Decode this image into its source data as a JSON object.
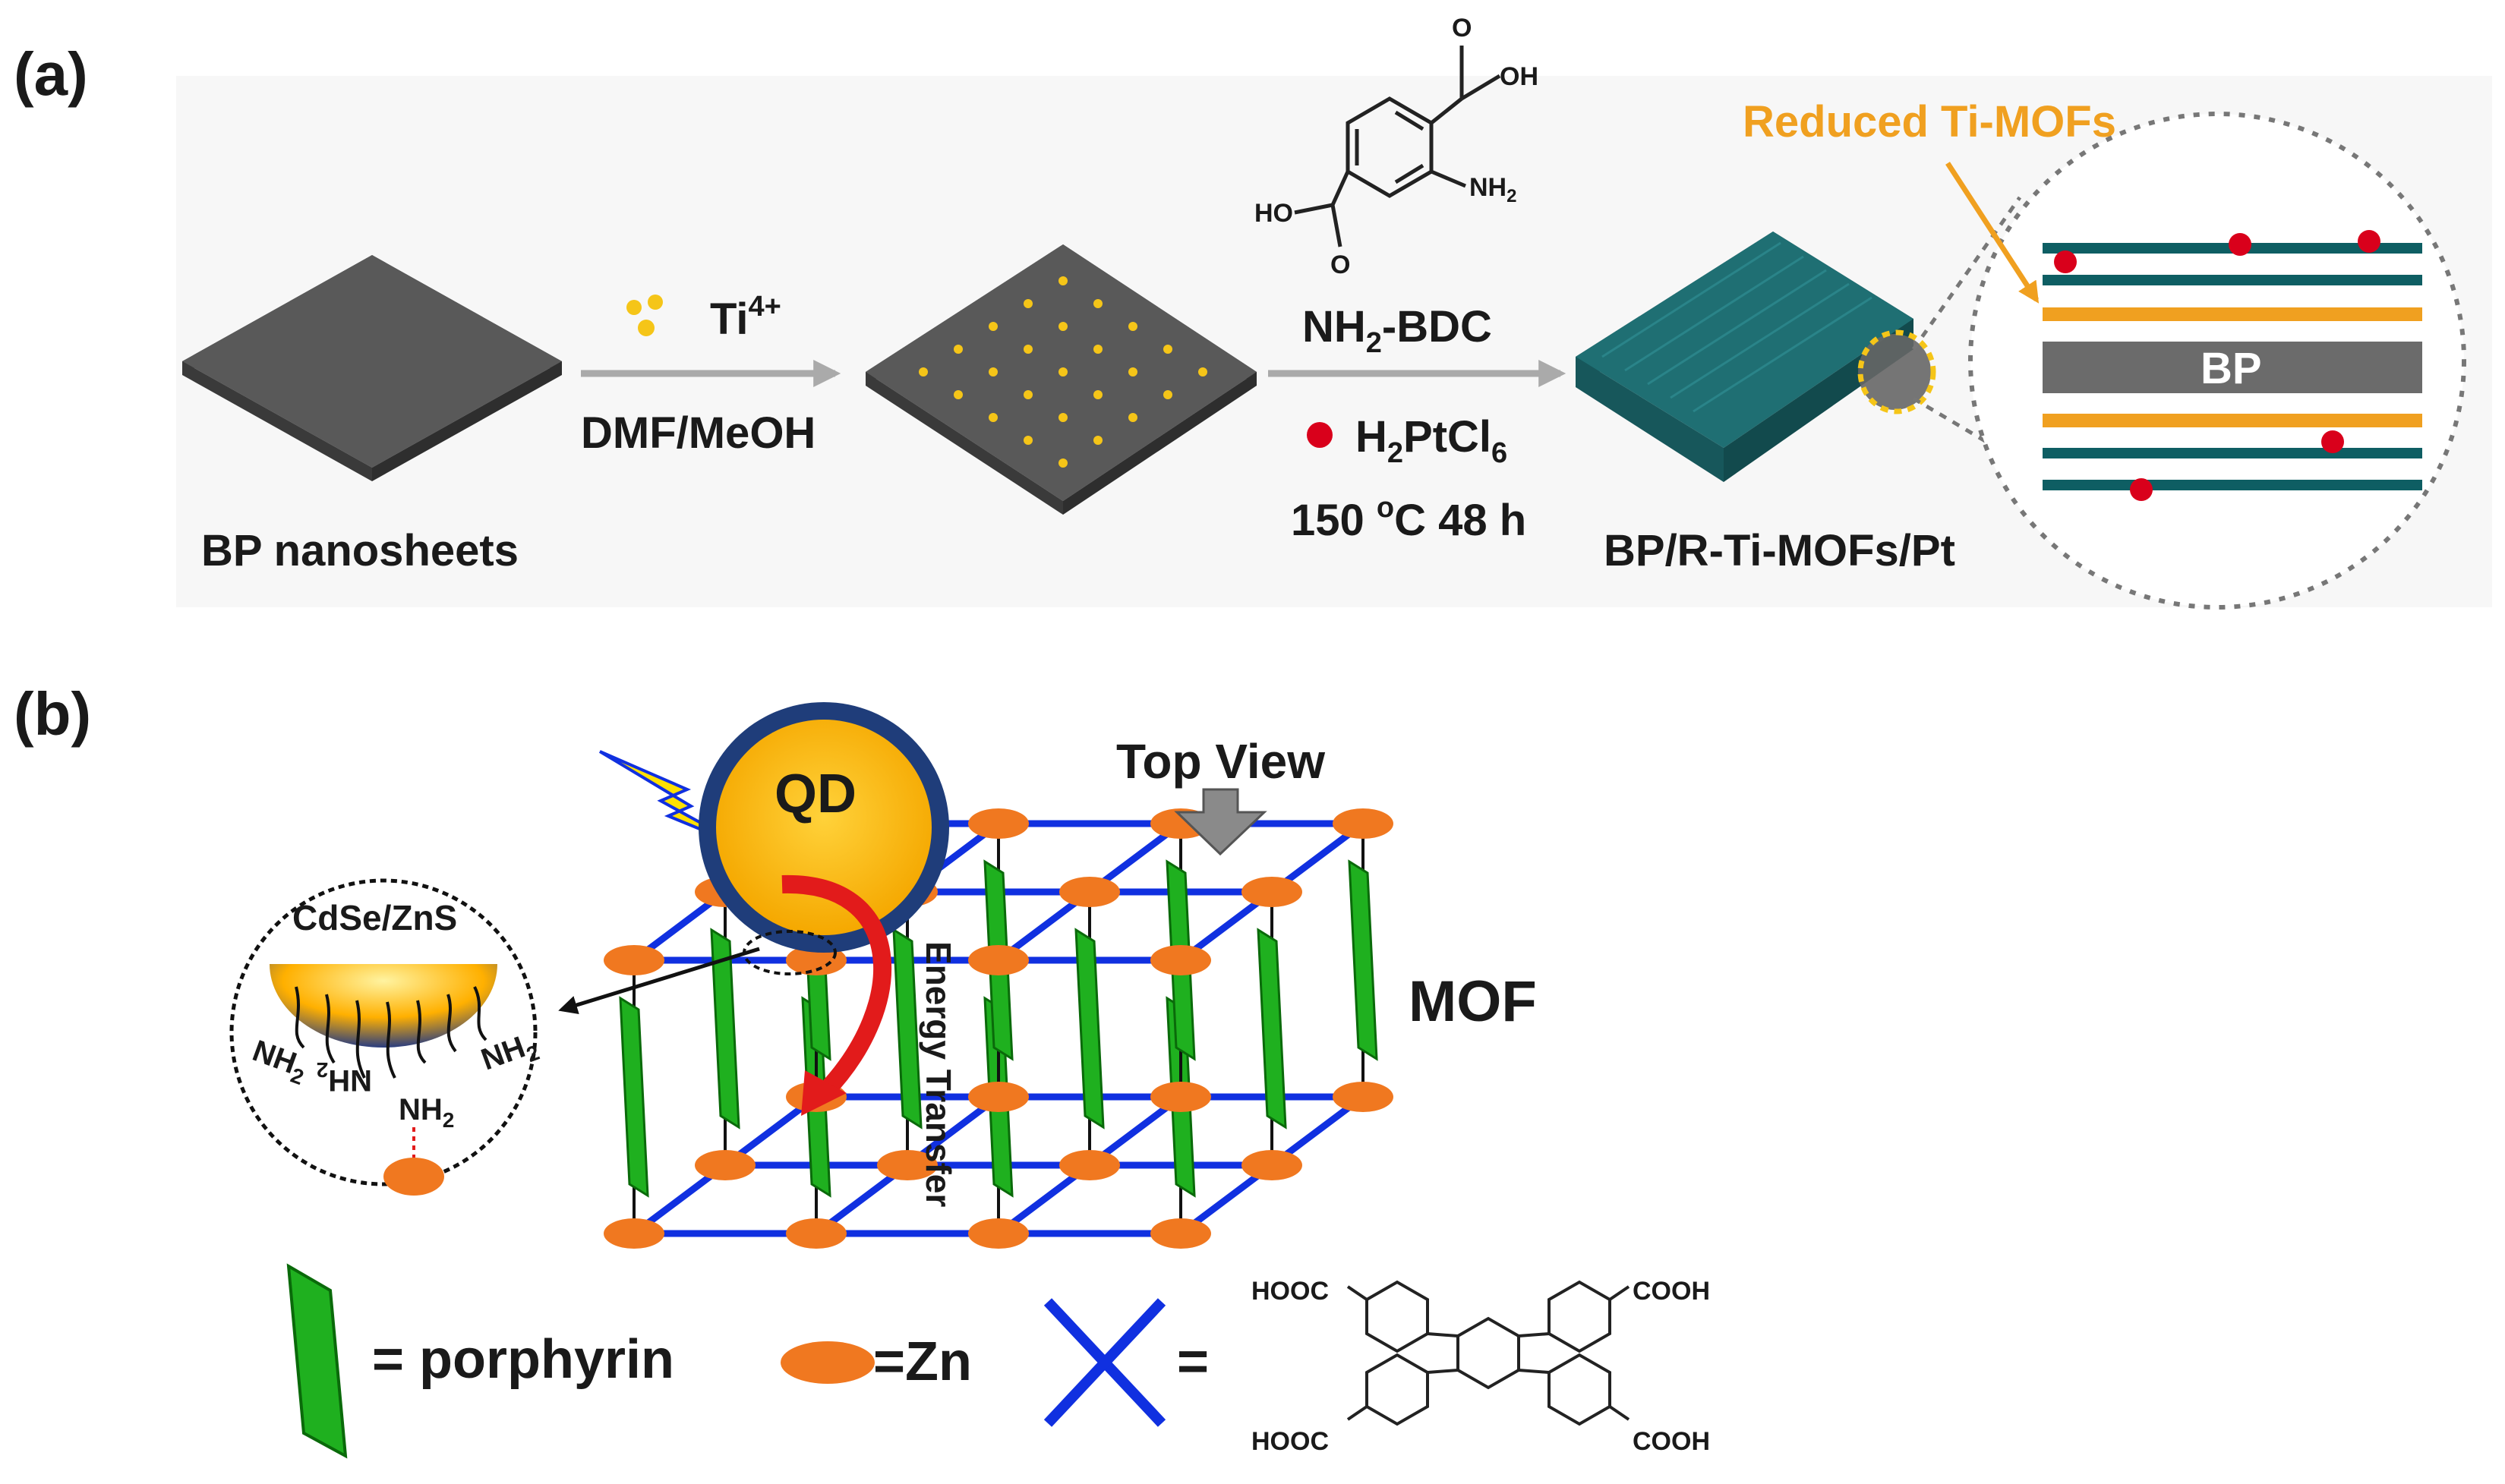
{
  "panel_a": {
    "label": "(a)",
    "bp_nanosheets": "BP nanosheets",
    "ti_ion": "Ti",
    "ti_charge": "4+",
    "solvent": "DMF/MeOH",
    "linker": "NH",
    "linker_sub": "2",
    "linker_suffix": "-BDC",
    "pt_precursor": "H",
    "pt_sub1": "2",
    "pt_mid": "PtCl",
    "pt_sub2": "6",
    "temp": "150 ",
    "temp_deg": "o",
    "temp_unit": "C  48 h",
    "cooh_top": "OH",
    "ho_left": "HO",
    "nh2_chem": "NH",
    "nh2_chem_sub": "2",
    "product": "BP/R-Ti-MOFs/Pt",
    "reduced_ti_mofs": "Reduced Ti-MOFs",
    "bp_core": "BP",
    "colors": {
      "sheet": "#555555",
      "ti_dot": "#f5c518",
      "pt_dot": "#d9001b",
      "mof": "#1f6f73",
      "mof_layer": "#0e5e63",
      "orange_layer": "#f0a020",
      "arrow": "#aaaaaa"
    }
  },
  "panel_b": {
    "label": "(b)",
    "qd": "QD",
    "cdse_zns": "CdSe/ZnS",
    "top_view": "Top View",
    "energy_transfer": "Energy Transfer",
    "mof": "MOF",
    "nh2": "NH",
    "nh2_sub": "2",
    "legend_porphyrin": "= porphyrin",
    "legend_zn": "=Zn",
    "legend_x": "=",
    "hooc": "HOOC",
    "cooh": "COOH",
    "colors": {
      "porphyrin": "#1fb01f",
      "zn": "#f07820",
      "bond": "#1030e0",
      "qd": "#ffb400",
      "qd_ring": "#1f3d7a",
      "lightning": "#ffe000"
    }
  }
}
